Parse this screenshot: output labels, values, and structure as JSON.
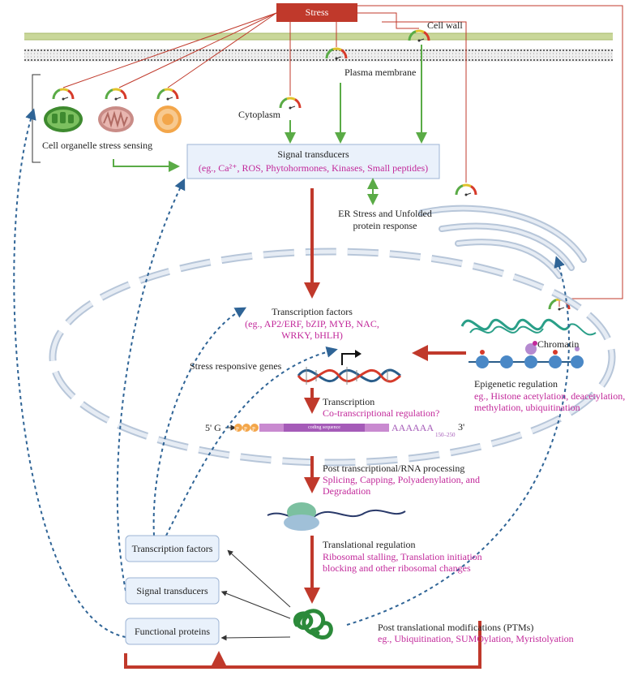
{
  "stress": "Stress",
  "cell_wall": "Cell wall",
  "plasma_membrane": "Plasma membrane",
  "cytoplasm": "Cytoplasm",
  "cell_organelle": "Cell organelle stress sensing",
  "signal_transducers": {
    "title": "Signal transducers",
    "examples": "(eg., Ca²⁺, ROS, Phytohormones, Kinases, Small peptides)"
  },
  "er_stress": {
    "line1": "ER Stress and Unfolded",
    "line2": "protein response"
  },
  "transcription_factors": {
    "title": "Transcription factors",
    "line1": "(eg., AP2/ERF, bZIP, MYB, NAC,",
    "line2": "WRKY, bHLH)"
  },
  "chromatin": "Chromatin",
  "stress_genes": "Stress responsive genes",
  "epigenetic": {
    "title": "Epigenetic regulation",
    "line1": "eg., Histone acetylation, deacetylation,",
    "line2": "methylation, ubiquitination"
  },
  "transcription": {
    "title": "Transcription",
    "sub": "Co-transcriptional regulation?"
  },
  "mrna": {
    "five_prime": "5' G",
    "ppp": "P",
    "coding": "coding sequence",
    "polyA": "AAAAAA",
    "polyA_sub": "150–250",
    "three_prime": "3'"
  },
  "post_transcriptional": {
    "title": "Post transcriptional/RNA processing",
    "line1": "Splicing, Capping, Polyadenylation, and",
    "line2": "Degradation"
  },
  "translational": {
    "title": "Translational regulation",
    "line1": "Ribosomal stalling, Translation initiation",
    "line2": "blocking and other ribosomal changes"
  },
  "ptm": {
    "title": "Post translational modifications (PTMs)",
    "line1": "eg., Ubiquitination, SUMOylation, Myristolyation"
  },
  "outputs": {
    "tf": "Transcription factors",
    "st": "Signal transducers",
    "fp": "Functional proteins"
  },
  "colors": {
    "red": "#c0392b",
    "green": "#5aab46",
    "blue": "#2f6496",
    "magenta": "#c2289a"
  }
}
